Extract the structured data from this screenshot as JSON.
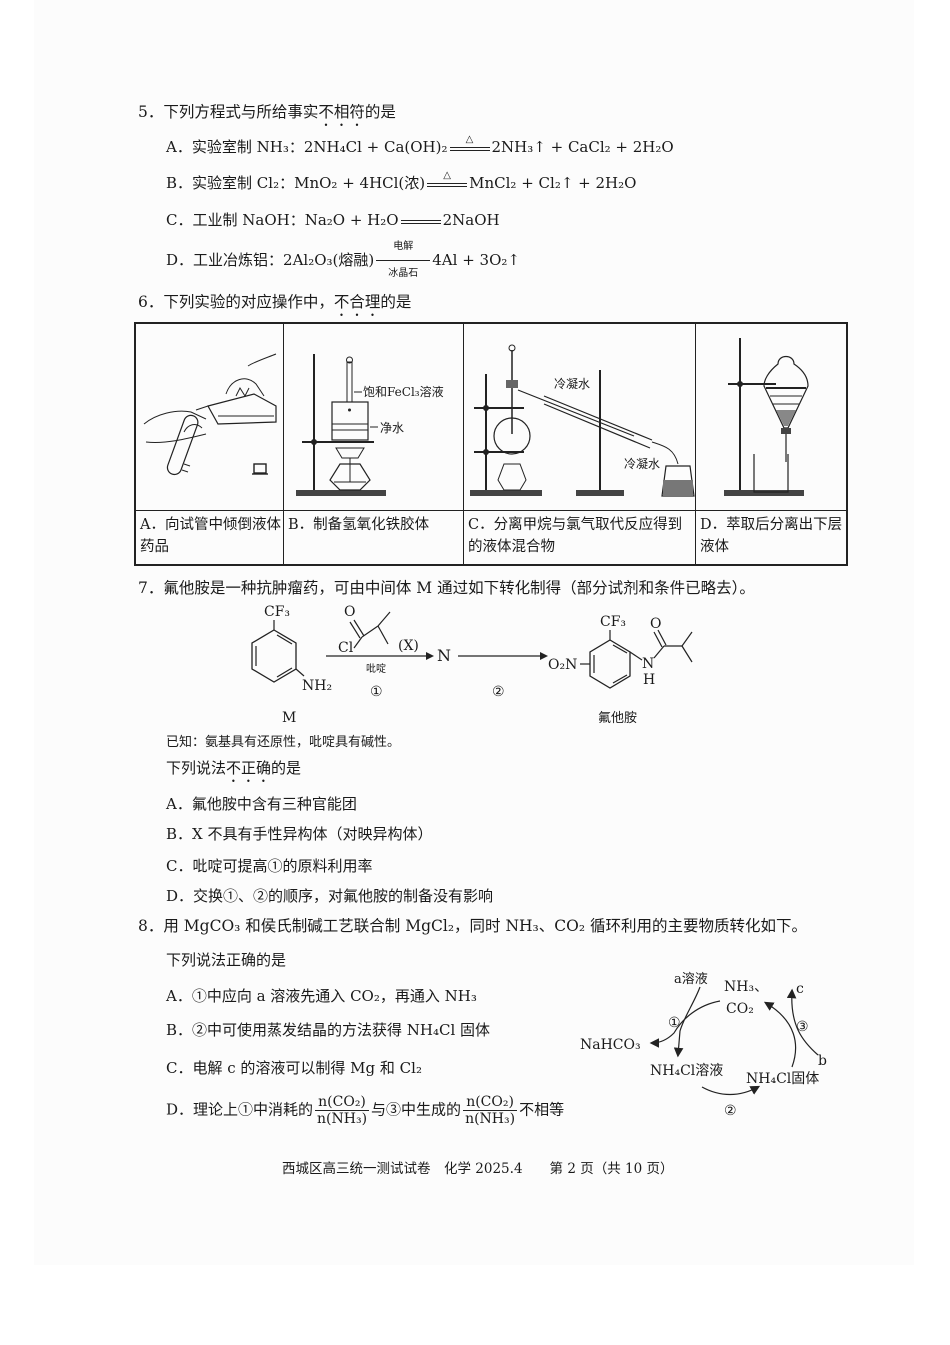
{
  "document": {
    "footer": "西城区高三统一测试试卷　化学 2025.4　　第 2 页（共 10 页）"
  },
  "q5": {
    "stem_pre": "5．下列方程式与所给事实",
    "stem_emph": "不相符",
    "stem_post": "的是",
    "options": [
      {
        "label": "A．",
        "fact": "实验室制 NH₃：",
        "lhs": "2NH₄Cl + Ca(OH)₂",
        "cond_top": "△",
        "cond_bot": "",
        "rhs": "2NH₃↑ + CaCl₂ + 2H₂O"
      },
      {
        "label": "B．",
        "fact": "实验室制 Cl₂：",
        "lhs": "MnO₂ + 4HCl(浓)",
        "cond_top": "△",
        "cond_bot": "",
        "rhs": "MnCl₂ + Cl₂↑ + 2H₂O"
      },
      {
        "label": "C．",
        "fact": "工业制 NaOH：",
        "lhs": "Na₂O + H₂O",
        "cond_top": "",
        "cond_bot": "",
        "rhs": "2NaOH"
      },
      {
        "label": "D．",
        "fact": "工业冶炼铝：",
        "lhs": "2Al₂O₃(熔融)",
        "cond_top": "电解",
        "cond_bot": "冰晶石",
        "rhs": "4Al + 3O₂↑"
      }
    ]
  },
  "q6": {
    "stem_pre": "6．下列实验的对应操作中，",
    "stem_emph": "不合理",
    "stem_post": "的是",
    "cells": [
      {
        "caption": "A．向试管中倾倒液体药品",
        "labels": []
      },
      {
        "caption": "B．制备氢氧化铁胶体",
        "labels": [
          "饱和FeCl₃溶液",
          "净水"
        ]
      },
      {
        "caption": "C．分离甲烷与氯气取代反应得到的液体混合物",
        "labels": [
          "冷凝水",
          "冷凝水"
        ]
      },
      {
        "caption": "D．萃取后分离出下层液体",
        "labels": []
      }
    ]
  },
  "q7": {
    "stem": "7．氟他胺是一种抗肿瘤药，可由中间体 M 通过如下转化制得（部分试剂和条件已略去）。",
    "scheme": {
      "M_label": "M",
      "M_groups": [
        "CF₃",
        "NH₂"
      ],
      "reagent_X": "(X)",
      "reagent_Cl": "Cl",
      "reagent_O": "O",
      "solvent": "吡啶",
      "step1": "①",
      "intermediate": "N",
      "step2": "②",
      "product_label": "氟他胺",
      "product_groups": [
        "CF₃",
        "O₂N",
        "N",
        "H",
        "O"
      ]
    },
    "known": "已知：氨基具有还原性，吡啶具有碱性。",
    "ask_pre": "下列说法",
    "ask_emph": "不正确",
    "ask_post": "的是",
    "options": [
      "A．氟他胺中含有三种官能团",
      "B．X 不具有手性异构体（对映异构体）",
      "C．吡啶可提高①的原料利用率",
      "D．交换①、②的顺序，对氟他胺的制备没有影响"
    ]
  },
  "q8": {
    "stem": "8．用 MgCO₃ 和侯氏制碱工艺联合制 MgCl₂，同时 NH₃、CO₂ 循环利用的主要物质转化如下。",
    "ask": "下列说法正确的是",
    "options": [
      "A．①中应向 a 溶液先通入 CO₂，再通入 NH₃",
      "B．②中可使用蒸发结晶的方法获得 NH₄Cl 固体",
      "C．电解 c 的溶液可以制得 Mg 和 Cl₂"
    ],
    "optionD": {
      "pre": "D．理论上①中消耗的",
      "frac_num": "n(CO₂)",
      "frac_den": "n(NH₃)",
      "mid": "与③中生成的",
      "post": "不相等"
    },
    "cycle": {
      "a": "a溶液",
      "gas1": "NH₃、",
      "gas2": "CO₂",
      "c": "c",
      "b": "b",
      "nahco3": "NaHCO₃",
      "nh4cl_sol": "NH₄Cl溶液",
      "nh4cl_solid": "NH₄Cl固体",
      "s1": "①",
      "s2": "②",
      "s3": "③"
    }
  }
}
